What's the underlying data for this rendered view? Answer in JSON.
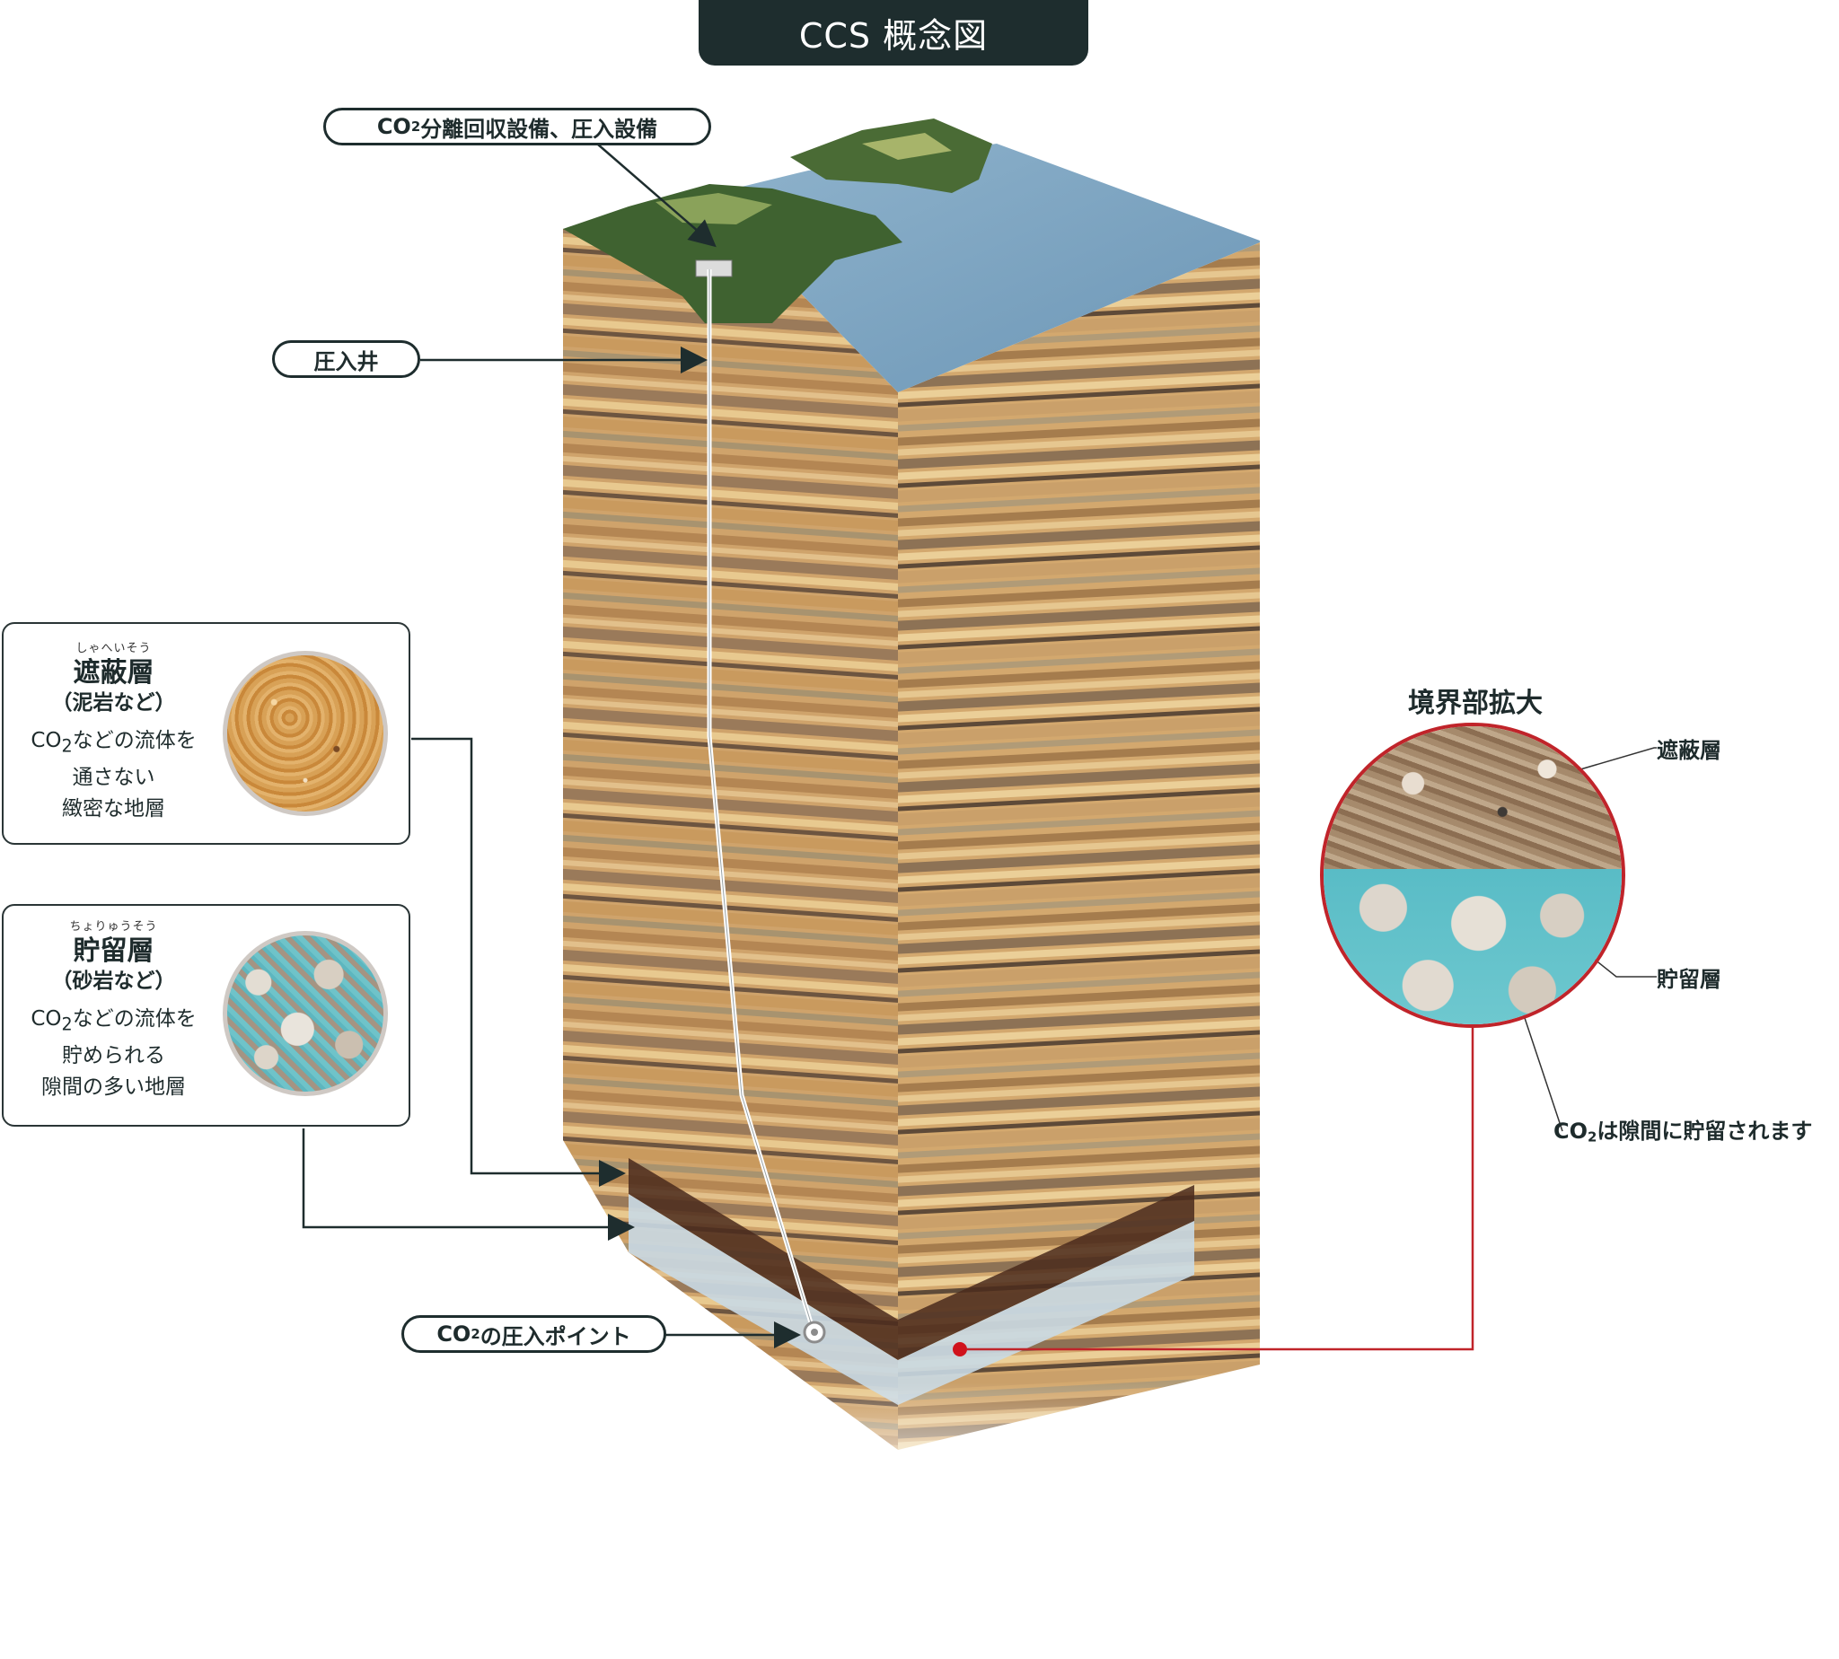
{
  "title": "CCS 概念図",
  "callouts": {
    "facility": {
      "pre": "CO",
      "sub": "2",
      "post": " 分離回収設備、圧入設備"
    },
    "well": "圧入井",
    "injection": {
      "pre": "CO",
      "sub": "2",
      "post": " の圧入ポイント"
    }
  },
  "cards": {
    "caprock": {
      "ruby": "しゃへいそう",
      "name": "遮蔽層",
      "sub": "（泥岩など）",
      "line1_pre": "CO",
      "line1_sub": "2",
      "line1_post": "などの流体を",
      "line2": "通さない",
      "line3": "緻密な地層"
    },
    "reservoir": {
      "ruby": "ちょりゅうそう",
      "name": "貯留層",
      "sub": "（砂岩など）",
      "line1_pre": "CO",
      "line1_sub": "2",
      "line1_post": "などの流体を",
      "line2": "貯められる",
      "line3": "隙間の多い地層"
    }
  },
  "zoom": {
    "title": "境界部拡大",
    "caprock_label": "遮蔽層",
    "reservoir_label": "貯留層",
    "co2_note_pre": "CO",
    "co2_note_sub": "2",
    "co2_note_post": "は隙間に貯留されます"
  },
  "colors": {
    "dark": "#1e2d2e",
    "accent_red": "#c0242a",
    "sea": "#6c9bb8",
    "forest": "#3d5e2c",
    "strata_light": "#d8b078",
    "strata_dark": "#8a6a44"
  }
}
